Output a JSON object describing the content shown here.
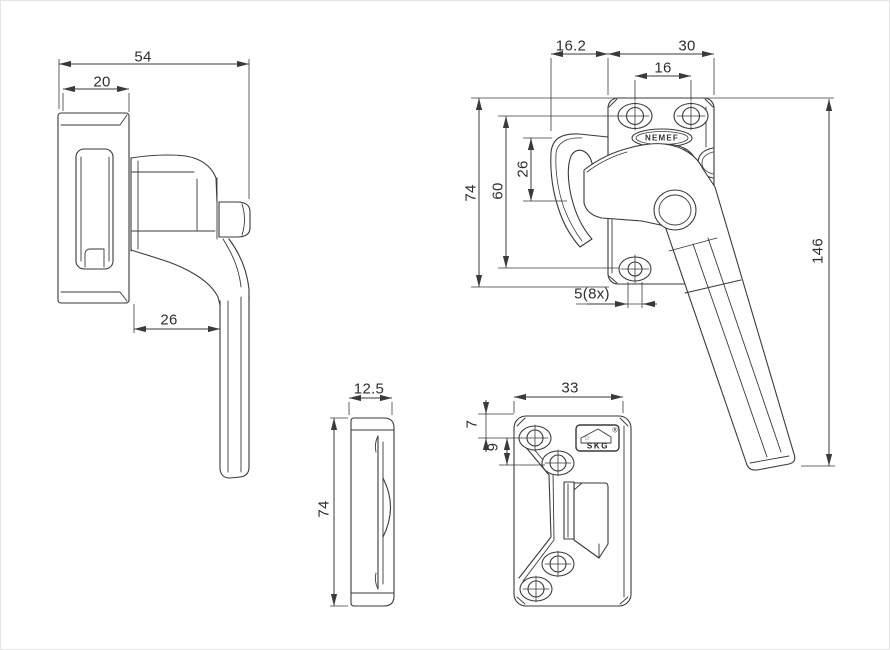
{
  "drawing_type": "technical dimension drawing, window handle with keeper plate",
  "colors": {
    "line": "#3a3a3a",
    "text": "#2e2e2e",
    "background": "#ffffff"
  },
  "brand_badge": {
    "text": "NEMEF"
  },
  "cert_badge": {
    "text": "SKG",
    "registered_mark": "®"
  },
  "views": {
    "handle_side": {
      "name": "handle side view (top left)",
      "dims": {
        "overall_depth": "54",
        "plate_depth": "20",
        "grip_clearance": "26"
      }
    },
    "handle_front": {
      "name": "handle front view (top right)",
      "dims": {
        "hook_offset": "16.2",
        "plate_width": "30",
        "hole_spacing": "16",
        "plate_height": "74",
        "hole_pitch": "60",
        "hook_height": "26",
        "hole_dia": "5(8x)",
        "overall_length": "146"
      }
    },
    "keeper_side": {
      "name": "keeper side view (bottom middle)",
      "dims": {
        "depth": "12.5",
        "height": "74"
      }
    },
    "keeper_front": {
      "name": "keeper front view (bottom right)",
      "dims": {
        "width": "33",
        "edge_to_hole": "7",
        "hole_pitch": "9"
      }
    }
  }
}
